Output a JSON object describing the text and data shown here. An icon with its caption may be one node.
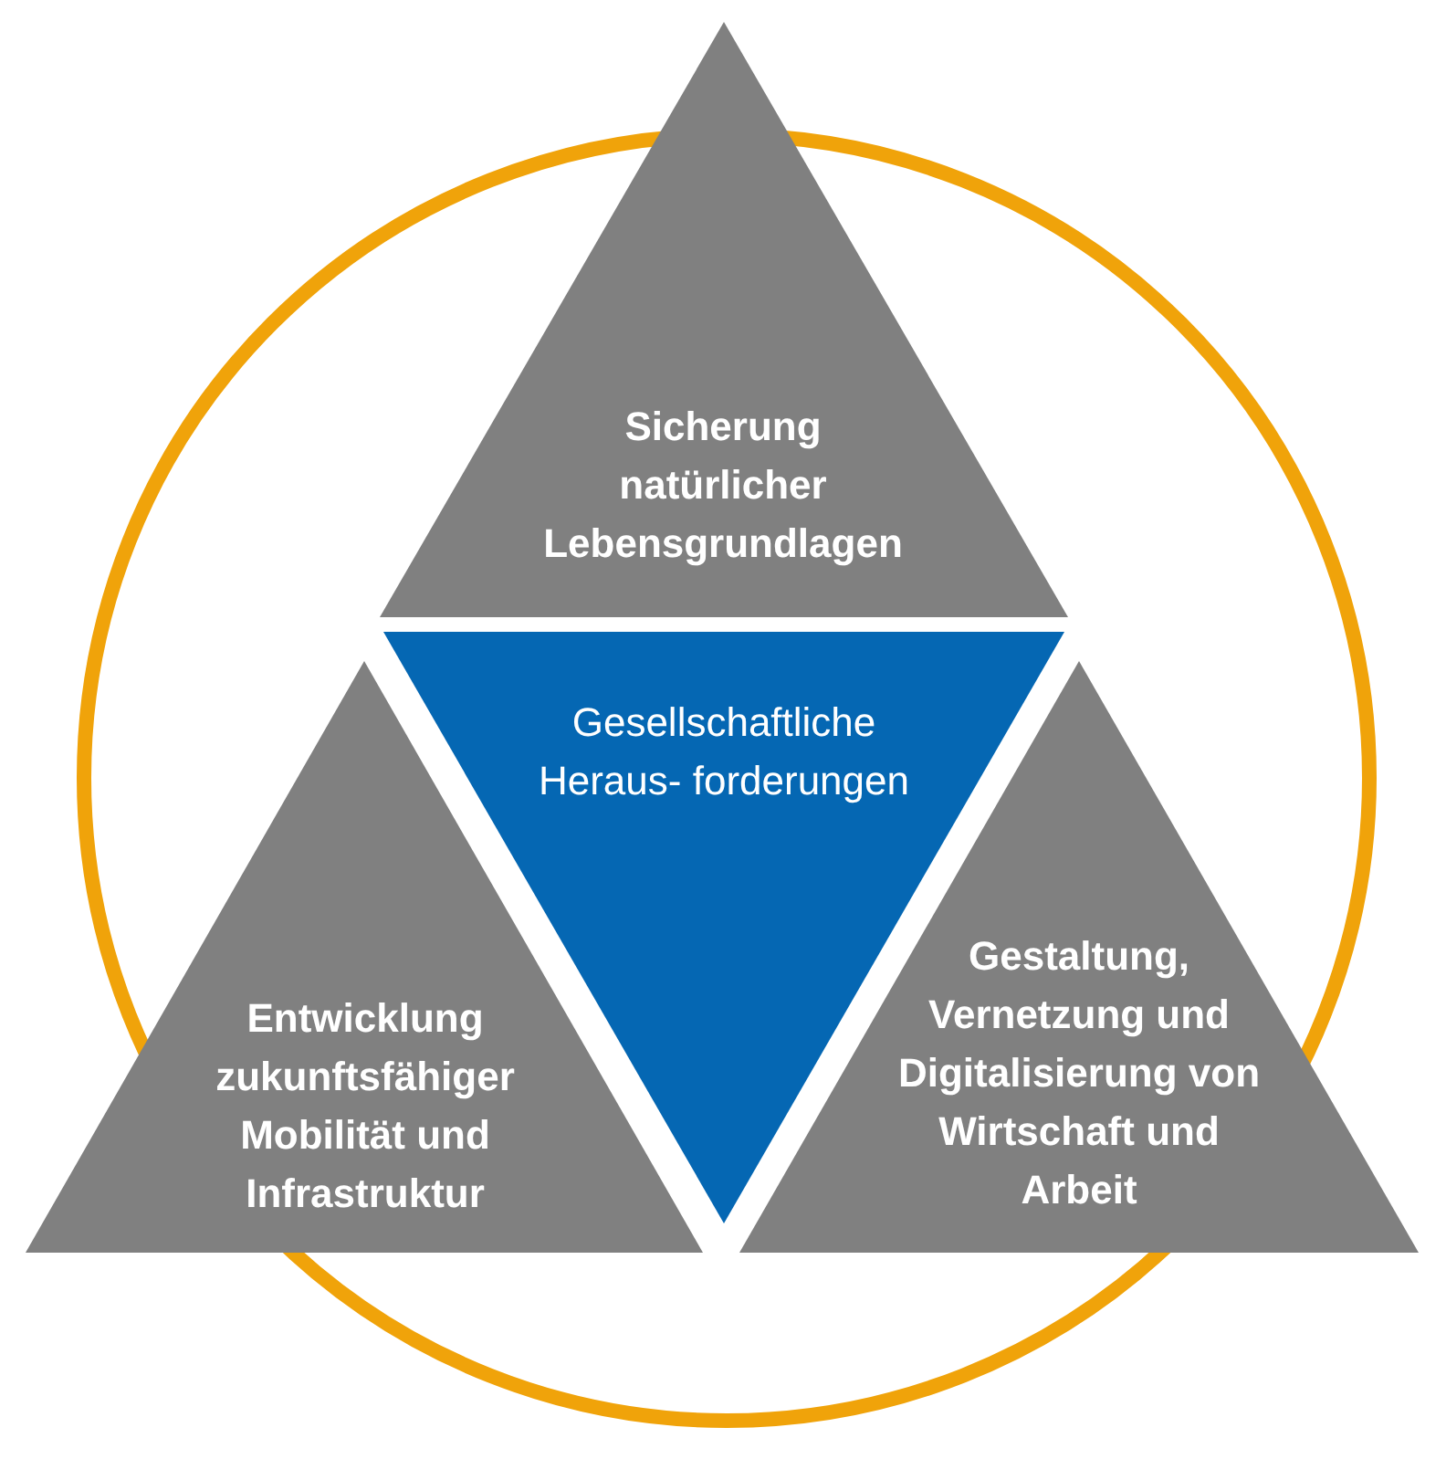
{
  "diagram": {
    "nodes": [
      {
        "text": [
          "Sicherung natürlicher Lebensgrundlagen"
        ]
      },
      {
        "text": [
          "Gesellschaftliche Heraus- forderungen"
        ]
      },
      {
        "text": [
          "Entwicklung zukunftsfähiger Mobilität und Infrastruktur"
        ]
      },
      {
        "text": [
          "Gestaltung, Vernetzung und Digitalisierung von Wirtschaft und Arbeit"
        ]
      }
    ]
  }
}
